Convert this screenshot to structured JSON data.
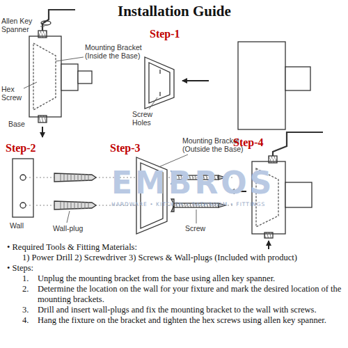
{
  "diagram": {
    "title": "Installation Guide",
    "labels": [
      "Step-1",
      "Allen Key Spanner",
      "Mounting Bracket (Inside the Base)",
      "Hex Screw",
      "Base",
      "Screw Holes",
      "Step-2",
      "Step-3",
      "Mounting Bracket (Outside the Base)",
      "Step-4",
      "Wall",
      "Wall-plug",
      "Screw",
      "EMBROS",
      "HARDWARE • KITCHEN • BATHROOM • FITTINGS",
      "• Required Tools & Fitting Materials:",
      "1) Power Drill 2) Screwdriver 3) Screws & Wall-plugs (Included with product)",
      "• Steps:",
      "1.",
      "Unplug the mounting bracket from the base using allen key spanner.",
      "2.",
      "Determine the location on the wall for your fixture and mark the desired location of the mounting brackets.",
      "3.",
      "Drill and insert wall-plugs and fix the mounting bracket to the wall with screws.",
      "4.",
      "Hang the fixture on the bracket and tighten the hex screws using allen key spanner."
    ]
  }
}
